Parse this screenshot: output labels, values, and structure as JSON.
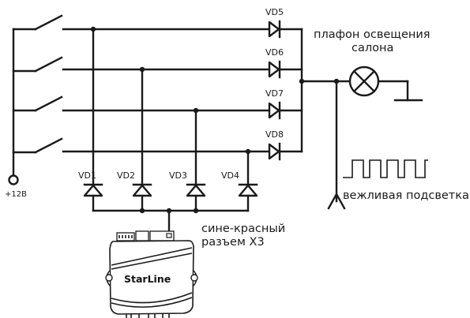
{
  "labels": {
    "vd5": "VD5",
    "vd6": "VD6",
    "vd7": "VD7",
    "vd8": "VD8",
    "vd1": "VD1",
    "vd2": "VD2",
    "vd3": "VD3",
    "vd4": "VD4",
    "power": "+12В",
    "lamp_line1": "плафон освещения",
    "lamp_line2": "салона",
    "courtesy": "вежливая подсветка",
    "connector_line1": "сине-красный",
    "connector_line2": "разъем Х3",
    "brand": "StarLine"
  },
  "icons": {
    "lamp": "lamp-cross-icon",
    "ground": "ground-icon",
    "pulse": "pulse-train-icon",
    "arrow": "arrow-down-icon",
    "module": "alarm-module-icon"
  }
}
